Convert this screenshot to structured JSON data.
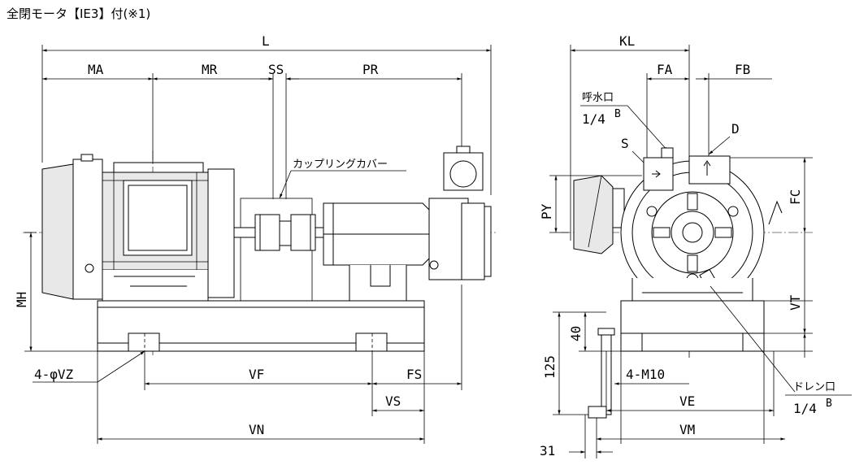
{
  "title": "全閉モータ【IE3】付(※1)",
  "side_view": {
    "labels": {
      "L": "L",
      "MA": "MA",
      "MR": "MR",
      "SS": "SS",
      "PR": "PR",
      "MH": "MH",
      "VF": "VF",
      "FS": "FS",
      "VS": "VS",
      "VN": "VN",
      "VZ": "4-φVZ",
      "coupling_cover": "カップリングカバー"
    }
  },
  "front_view": {
    "labels": {
      "KL": "KL",
      "FA": "FA",
      "FB": "FB",
      "PY": "PY",
      "FC": "FC",
      "VT": "VT",
      "D": "D",
      "S": "S",
      "dim40": "40",
      "dim125": "125",
      "dim31": "31",
      "M10": "4-M10",
      "VE": "VE",
      "VM": "VM",
      "priming_port": "呼水口",
      "priming_size": "1/4",
      "priming_sup": "B",
      "drain": "ドレン口",
      "drain_size": "1/4",
      "drain_sup": "B"
    }
  }
}
